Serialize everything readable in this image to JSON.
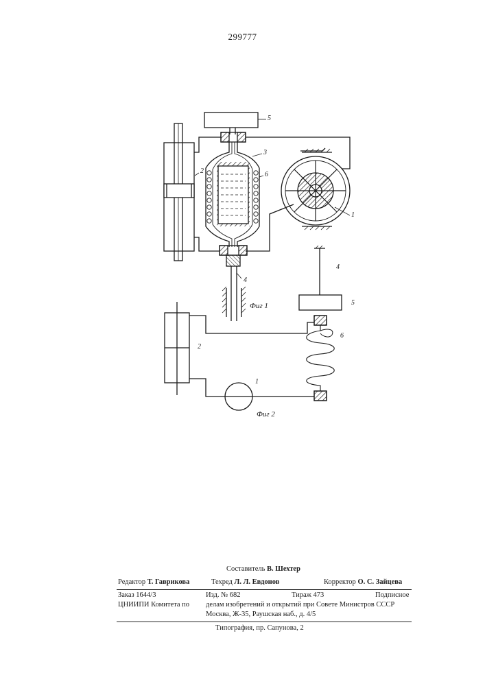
{
  "patent_number": "299777",
  "figures": {
    "fig1_label": "Фиг 1",
    "fig2_label": "Фиг 2"
  },
  "fig1_parts": {
    "p1": "1",
    "p2": "2",
    "p3": "3",
    "p4": "4",
    "p5": "5",
    "p6": "6"
  },
  "fig2_parts": {
    "p1": "1",
    "p2": "2",
    "p4": "4",
    "p5": "5",
    "p6": "6"
  },
  "imprint": {
    "compiler_label": "Составитель",
    "compiler_name": "В. Шехтер",
    "editor_label": "Редактор",
    "editor_name": "Т. Гаврикова",
    "techred_label": "Техред",
    "techred_name": "Л. Л. Евдонов",
    "corrector_label": "Корректор",
    "corrector_name": "О. С. Зайцева",
    "order": "Заказ 1644/3",
    "izd": "Изд. № 682",
    "tirazh": "Тираж 473",
    "podpisnoe": "Подписное",
    "org_line1_left": "ЦНИИПИ Комитета по",
    "org_line1_right": "делам изобретений и открытий при Совете Министров СССР",
    "org_line2": "Москва, Ж-35, Раушская наб., д. 4/5",
    "printer": "Типография, пр. Сапунова, 2"
  }
}
